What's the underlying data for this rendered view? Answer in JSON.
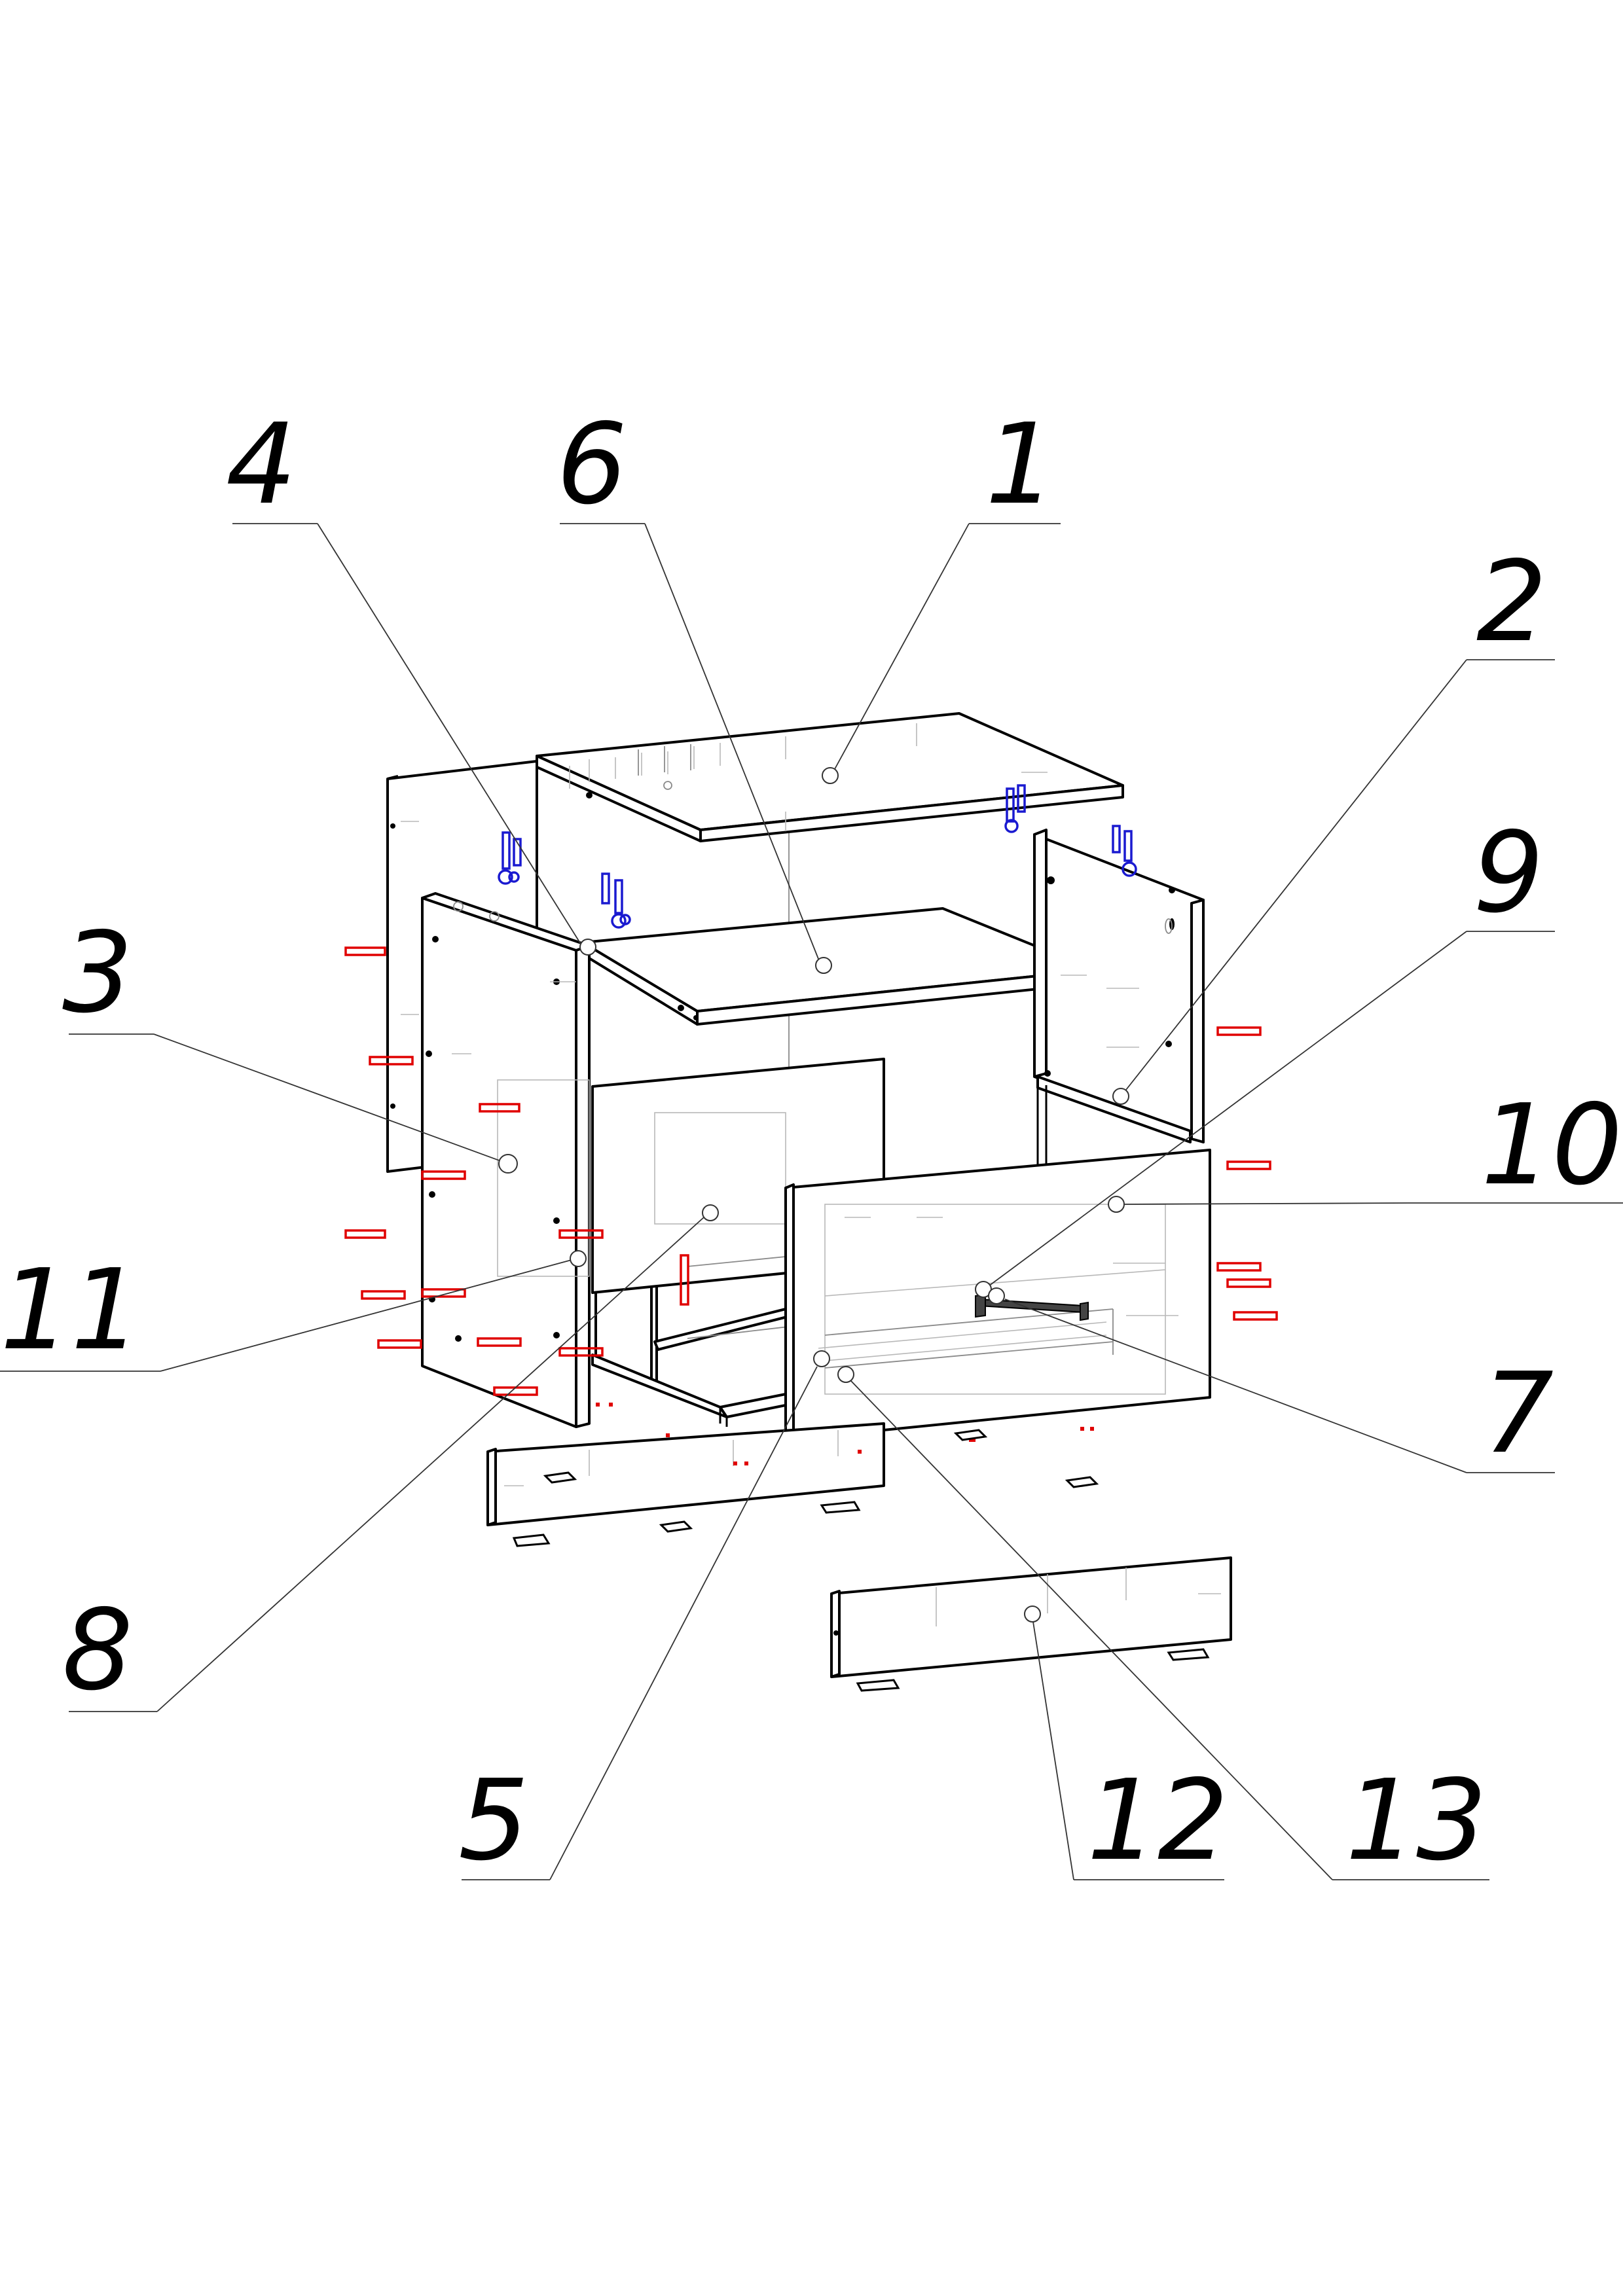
{
  "diagram": {
    "colors": {
      "outline": "#000000",
      "hidden_lines": "#b8b8b8",
      "leader_lines": "#333333",
      "pins": "#e00000",
      "cam_fittings": "#1a1ad0"
    },
    "callouts": [
      {
        "id": "c4",
        "label": "4"
      },
      {
        "id": "c6",
        "label": "6"
      },
      {
        "id": "c1",
        "label": "1"
      },
      {
        "id": "c2",
        "label": "2"
      },
      {
        "id": "c9",
        "label": "9"
      },
      {
        "id": "c3",
        "label": "3"
      },
      {
        "id": "c10",
        "label": "10"
      },
      {
        "id": "c11",
        "label": "11"
      },
      {
        "id": "c7",
        "label": "7"
      },
      {
        "id": "c8",
        "label": "8"
      },
      {
        "id": "c5",
        "label": "5"
      },
      {
        "id": "c12",
        "label": "12"
      },
      {
        "id": "c13",
        "label": "13"
      }
    ]
  }
}
